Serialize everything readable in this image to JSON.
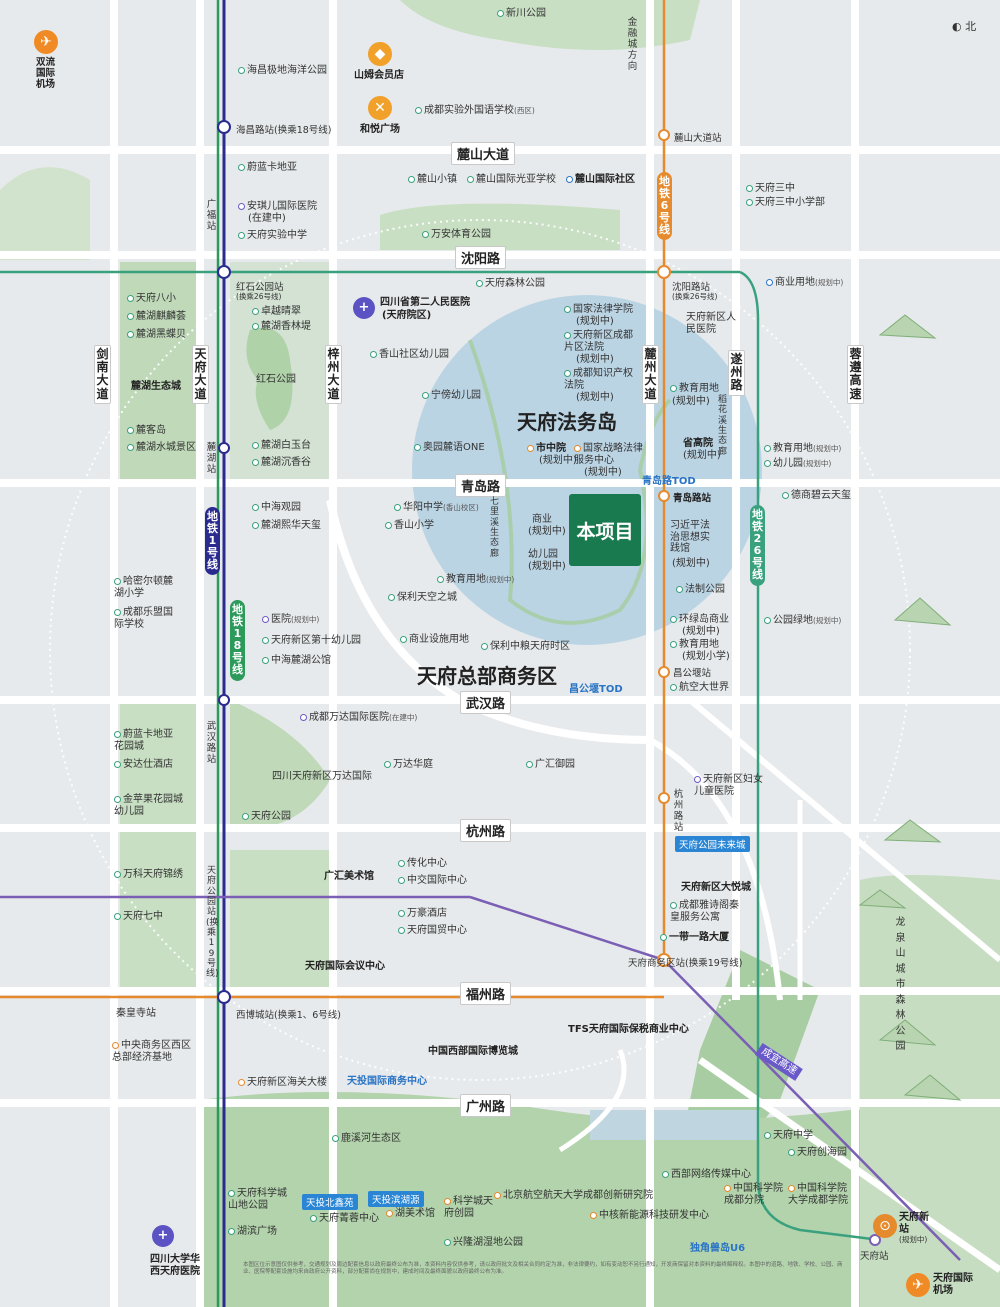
{
  "compass": "北",
  "project": "本项目",
  "districts": {
    "island": "天府法务岛",
    "cbd": "天府总部商务区"
  },
  "roads_h": {
    "lushan": "麓山大道",
    "shenyang": "沈阳路",
    "qingdao": "青岛路",
    "wuhan": "武汉路",
    "hangzhou": "杭州路",
    "fuzhou": "福州路",
    "guangzhou": "广州路"
  },
  "roads_v": {
    "jiannan": "剑南大道",
    "tianfu": "天府大道",
    "zizhou": "梓州大道",
    "luzhou": "麓州大道",
    "suizhou": "遂州路",
    "zunyi": "蓉遵高速"
  },
  "metro": {
    "line1": "地铁1号线",
    "line18": "地铁18号线",
    "line6": "地铁6号线",
    "line26": "地铁26号线"
  },
  "misc": {
    "jincheng": "金融城方向",
    "baihuaxi": "稻花溪生态廊",
    "qishiyi": "七里溪生态廊",
    "longquan": "龙泉山城市森林公园",
    "chengyi": "成宜高速"
  },
  "stations": {
    "haichang": "海昌路站(换乘18号线)",
    "guangfu": "广福站",
    "hongshi": "红石公园站",
    "hongshi_sub": "(换乘26号线)",
    "luhu": "麓湖站",
    "wuhanlu": "武汉路站",
    "tianfu_park": "天府公园站(换乘19号线)",
    "xibo": "西博城站(换乘1、6号线)",
    "lushan_st": "麓山大道站",
    "shenyang_st": "沈阳路站",
    "shenyang_sub": "(换乘26号线)",
    "qingdao_st": "青岛路站",
    "changgongyan": "昌公堰站",
    "hangzhou_st": "杭州路站",
    "cbd_st": "天府商务区站(换乘19号线)",
    "tianfu_st": "天府站"
  },
  "tod": {
    "qingdao": "青岛路TOD",
    "changgong": "昌公堰TOD"
  },
  "labels": {
    "xinchuan": "新川公园",
    "haichang_park": "海昌极地海洋公园",
    "shanmu": "山姆会员店",
    "heyue": "和悦广场",
    "cdfl": "成都实验外国语学校",
    "cdfl_sub": "(西区)",
    "weilan": "蔚蓝卡地亚",
    "anqi": "安琪儿国际医院",
    "anqi_sub": "(在建中)",
    "tfsy": "天府实验中学",
    "lushan_town": "麓山小镇",
    "lushan_school": "麓山国际光亚学校",
    "lushan_comm": "麓山国际社区",
    "wanan": "万安体育公园",
    "tf8": "天府八小",
    "qilin": "麓湖麒麟荟",
    "heidie": "麓湖黑蝶贝",
    "ecocity": "麓湖生态城",
    "zhuoyue": "卓越晴翠",
    "xiangling": "麓湖香林堤",
    "hongshi_park": "红石公园",
    "xiangshan": "香山社区幼儿园",
    "ningfeng": "宁傍幼儿园",
    "aoyuan": "奥园麓语ONE",
    "luke": "麓客岛",
    "shuicheng": "麓湖水城景区",
    "baiyu": "麓湖白玉台",
    "chenxiang": "麓湖沉香谷",
    "senlin": "天府森林公园",
    "hosp2": "四川省第二人民医院",
    "hosp2_sub": "(天府院区)",
    "fzxy": "国家法律学院",
    "fzxy_sub": "(规划中)",
    "fayuan": "天府新区成都片区法院",
    "fayuan_sub": "(规划中)",
    "zscq": "成都知识产权法院",
    "zscq_sub": "(规划中)",
    "fwzx": "国家战略法律服务中心",
    "fwzx_sub": "(规划中)",
    "zhongyuan": "市中院",
    "zhongyuan_sub": "(规划中)",
    "gaoyuan": "省高院",
    "gaoyuan_sub": "(规划中)",
    "jiaoyu1": "教育用地",
    "jiaoyu1_sub": "(规划中)",
    "renmin": "天府新区人民医院",
    "tf3": "天府三中",
    "tf3x": "天府三中小学部",
    "shangye1": "商业用地",
    "shangye1_sub": "(规划中)",
    "jiaoyu2": "教育用地",
    "jiaoyu2_sub": "(规划中)",
    "youer1": "幼儿园",
    "youer1_sub": "(规划中)",
    "deshang": "德商碧云天玺",
    "zhonghai": "中海观园",
    "xihu": "麓湖熙华天玺",
    "huayang": "华阳中学",
    "huayang_sub": "(香山校区)",
    "xiangshan_x": "香山小学",
    "shangye2": "商业",
    "shangye2_sub": "(规划中)",
    "youer2": "幼儿园",
    "youer2_sub": "(规划中)",
    "xijinping": "习近平法治思想实践馆",
    "xjp_sub": "(规划中)",
    "jiaoyu3": "教育用地",
    "jiaoyu3_sub": "(规划中)",
    "baoli": "保利天空之城",
    "fazhi": "法制公园",
    "huanlu": "环绿岛商业",
    "huanlu_sub": "(规划中)",
    "jiaoyu4": "教育用地",
    "jiaoyu4_sub": "(规划小学)",
    "gongyuan_ld": "公园绿地",
    "gongyuan_ld_sub": "(规划中)",
    "hamiltun": "哈密尔顿麓湖小学",
    "lepu": "成都乐盟国际学校",
    "yiyuan": "医院",
    "yiyuan_sub": "(规划中)",
    "tf10": "天府新区第十幼儿园",
    "zhonghai_gg": "中海麓湖公馆",
    "shangsheshi": "商业设施用地",
    "zhongliang": "保利中粮天府时区",
    "hangtian": "航空大世界",
    "wanda_hosp": "成都万达国际医院",
    "wanda_sub": "(在建中)",
    "weilan_hy": "蔚蓝卡地亚花园城",
    "anda": "安达仕酒店",
    "wanda_hua": "万达华庭",
    "guanghui": "广汇御园",
    "wanda_intl": "四川天府新区万达国际",
    "fuer": "天府新区妇女儿童医院",
    "jinping": "金苹果花园城幼儿园",
    "tf_park": "天府公园",
    "future": "天府公园未来城",
    "wanke": "万科天府锦绣",
    "guanghui_art": "广汇美术馆",
    "chuanhua": "传化中心",
    "zhongjiao": "中交国际中心",
    "dayue": "天府新区大悦城",
    "yashi": "成都雅诗阁秦皇服务公寓",
    "tf7": "天府七中",
    "wanhao": "万豪酒店",
    "guomao": "天府国贸中心",
    "yidaiyilu": "一带一路大厦",
    "huiyi": "天府国际会议中心",
    "qinhuang": "秦皇寺站",
    "zhongyang": "中央商务区西区总部经济基地",
    "bolan": "中国西部国际博览城",
    "tfs": "TFS天府国际保税商业中心",
    "haiguan": "天府新区海关大楼",
    "tt_shangwu": "天投国际商务中心",
    "luxi": "鹿溪河生态区",
    "tf_zx": "天府中学",
    "chuanghai": "天府创海园",
    "xibu": "西部网络传媒中心",
    "kjcheng": "天府科学城山地公园",
    "tt_beijiyuan": "天投北鑫苑",
    "tt_binhu": "天投滨湖源",
    "qingrong": "天府菁蓉中心",
    "hmsg": "湖美术馆",
    "kexue": "科学城天府创园",
    "beihang": "北京航空航天大学成都创新研究院",
    "zkyuan": "中国科学院成都分院",
    "zkda": "中国科学院大学成都学院",
    "zhongxin": "中核新能源科技研发中心",
    "hubin": "湖滨广场",
    "xinglong": "兴隆湖湿地公园",
    "dujiao": "独角兽岛U6",
    "scu_hosp": "四川大学华西天府医院",
    "sl_airport": "双流国际机场",
    "tf_airport": "天府国际机场",
    "tf_newst": "天府新站",
    "tf_newst_sub": "(规划中)"
  },
  "footnote": "本图区位示意图仅供参考，交通规划及周边配套信息以政府最终公布为准，本资料内容仅供参考，请以政府批文及相关合同约定为准，非法律要约，如有变动恕不另行通知，开发商保留对本资料的最终解释权。本图中的道路、地铁、学校、公园、商业、医院等配套设施均来自政府公开资料，部分配套尚在规划中，建成时间及最终面貌以政府最终公布为准。",
  "colors": {
    "line1": "#2a2a8f",
    "line18": "#2b9a5a",
    "line6": "#e58a2d",
    "line26": "#3aa17e",
    "line19": "#7a5fb5",
    "green": "#b9d8b4",
    "water": "#bfd6e0",
    "project": "#1a7a4f"
  }
}
